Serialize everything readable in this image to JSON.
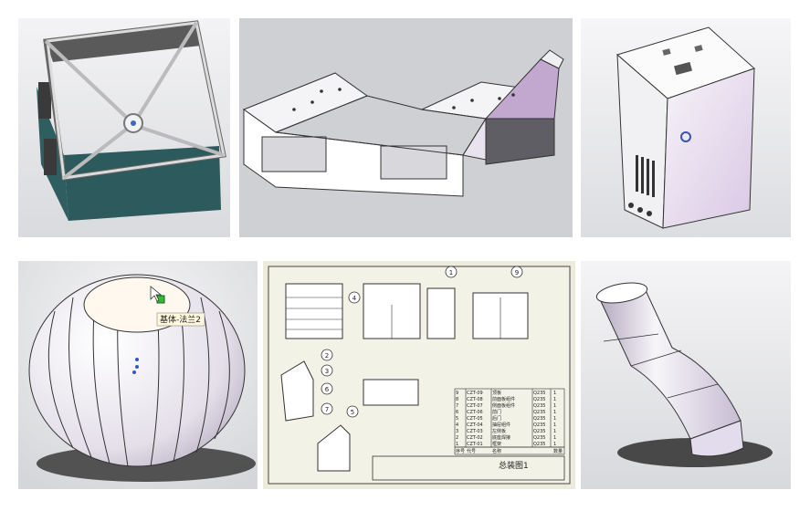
{
  "models": {
    "frame_box": {
      "icon": "frame-box-model-icon"
    },
    "bracket": {
      "icon": "sheet-metal-bracket-icon"
    },
    "enclosure": {
      "icon": "electrical-enclosure-icon"
    },
    "dome": {
      "icon": "dome-vent-model-icon",
      "tooltip": "基体-法兰2"
    },
    "drawing": {
      "icon": "assembly-drawing-icon",
      "balloons": [
        "1",
        "2",
        "3",
        "4",
        "5",
        "6",
        "7",
        "9"
      ],
      "bom_rows": [
        [
          "9",
          "CZT-09",
          "顶板",
          "1"
        ],
        [
          "8",
          "CZT-08",
          "前面板组件",
          "1"
        ],
        [
          "7",
          "CZT-07",
          "侧面板组件",
          "1"
        ],
        [
          "6",
          "CZT-06",
          "前门",
          "1"
        ],
        [
          "5",
          "CZT-05",
          "后门",
          "1"
        ],
        [
          "4",
          "CZT-04",
          "抽屉组件",
          "1"
        ],
        [
          "3",
          "CZT-03",
          "左侧板",
          "1"
        ],
        [
          "2",
          "CZT-02",
          "底座焊接",
          "1"
        ],
        [
          "1",
          "CZT-01",
          "框架",
          "1"
        ]
      ],
      "material": "Q235",
      "bom_header": [
        "序号",
        "代号",
        "名称",
        "数量"
      ],
      "title_block": "总装图1"
    },
    "elbow": {
      "icon": "elbow-pipe-model-icon"
    }
  },
  "colors": {
    "viewport_bg": "#e6e7ea",
    "drawing_bg": "#ecebdc",
    "teal": "#2d5a5c"
  }
}
